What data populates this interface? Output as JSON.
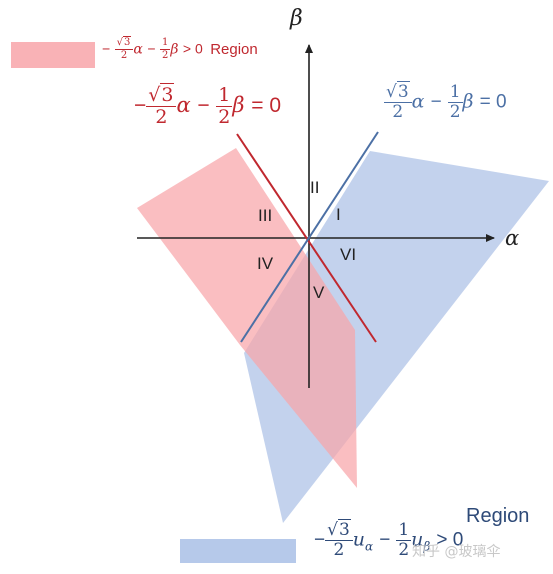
{
  "colors": {
    "red_region": "#f8a5a9",
    "blue_region": "#a9bfe6",
    "red_line": "#c0282f",
    "blue_line": "#4c70a5",
    "axis": "#222222"
  },
  "axes": {
    "alpha_label": "α",
    "beta_label": "β"
  },
  "sectors": [
    "I",
    "II",
    "III",
    "IV",
    "V",
    "VI"
  ],
  "legend_red": {
    "label_prefix": "−",
    "sqrt_num": "3",
    "den": "2",
    "term1": "α",
    "minus": "−",
    "half_num": "1",
    "half_den": "2",
    "term2": "β",
    "rel": "> 0",
    "suffix": "Region"
  },
  "line_red_label": {
    "prefix": "−",
    "sqrt_num": "3",
    "den": "2",
    "term1": "α",
    "minus": "−",
    "half_num": "1",
    "half_den": "2",
    "term2": "β",
    "rel": "= 0"
  },
  "line_blue_label": {
    "sqrt_num": "3",
    "den": "2",
    "term1": "α",
    "minus": "−",
    "half_num": "1",
    "half_den": "2",
    "term2": "β",
    "rel": "= 0"
  },
  "legend_blue": {
    "region_word": "Region",
    "prefix": "−",
    "sqrt_num": "3",
    "den": "2",
    "term1": "u",
    "term1_sub": "α",
    "minus": "−",
    "half_num": "1",
    "half_den": "2",
    "term2": "u",
    "term2_sub": "β",
    "rel": "> 0"
  },
  "watermark": "知乎 @玻璃伞"
}
